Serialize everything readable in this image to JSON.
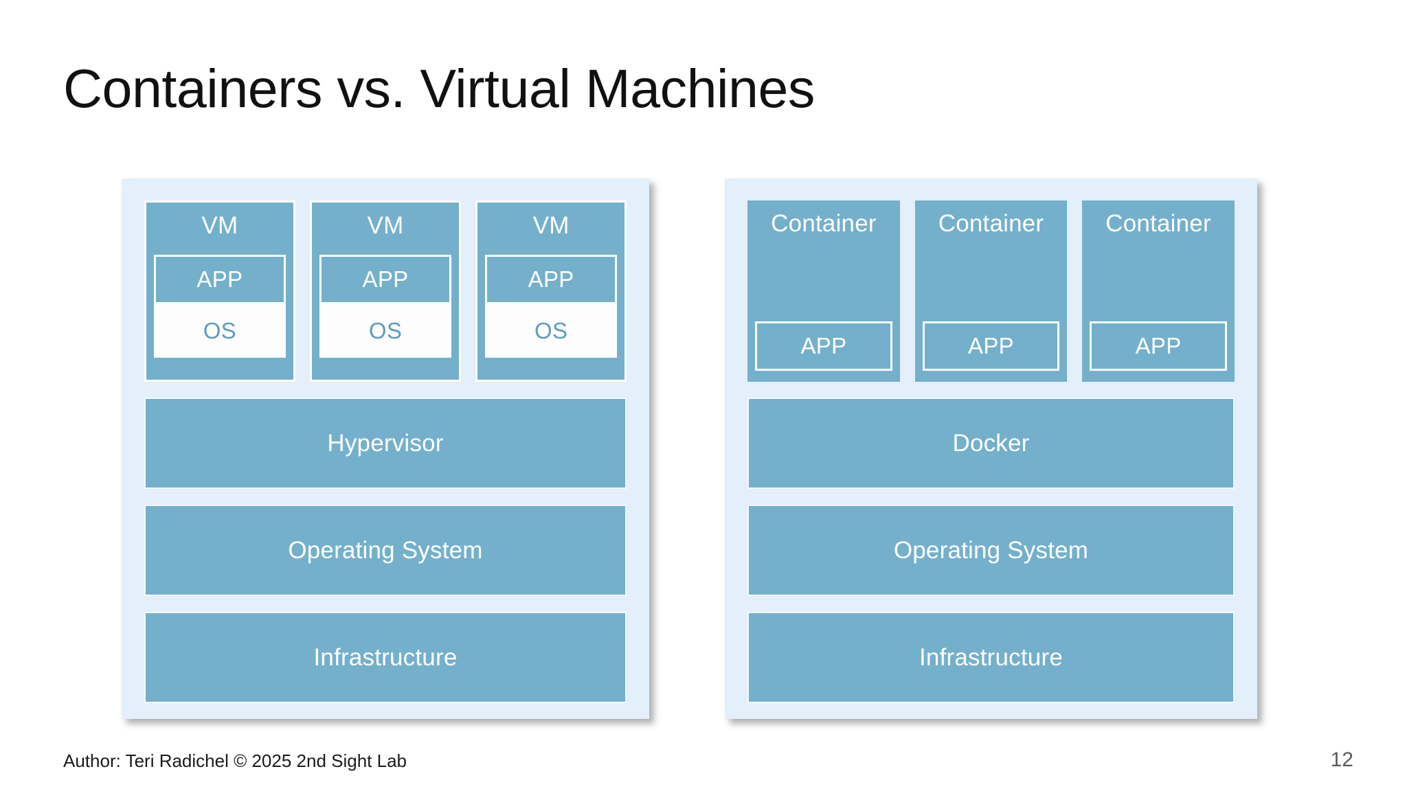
{
  "slide": {
    "title": "Containers vs. Virtual Machines",
    "page_number": "12",
    "footer": "Author: Teri Radichel © 2025 2nd Sight Lab"
  },
  "colors": {
    "block_blue": "#74b0cb",
    "panel_background": "#e3effa",
    "os_text_blue": "#5e9cbc",
    "block_text": "#ffffff",
    "title_text": "#111111",
    "page_number_text": "#595959"
  },
  "diagrams": [
    {
      "id": "virtual-machines",
      "units": [
        {
          "label": "VM",
          "app_label": "APP",
          "os_label": "OS"
        },
        {
          "label": "VM",
          "app_label": "APP",
          "os_label": "OS"
        },
        {
          "label": "VM",
          "app_label": "APP",
          "os_label": "OS"
        }
      ],
      "bands": [
        "Hypervisor",
        "Operating System",
        "Infrastructure"
      ]
    },
    {
      "id": "containers",
      "units": [
        {
          "label": "Container",
          "app_label": "APP"
        },
        {
          "label": "Container",
          "app_label": "APP"
        },
        {
          "label": "Container",
          "app_label": "APP"
        }
      ],
      "bands": [
        "Docker",
        "Operating System",
        "Infrastructure"
      ]
    }
  ]
}
